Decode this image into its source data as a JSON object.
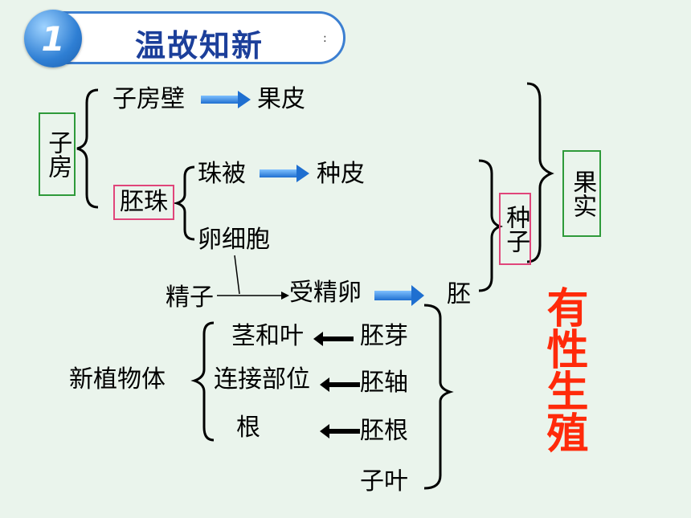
{
  "header": {
    "number": "1",
    "title": "温故知新",
    "mark": ":"
  },
  "nodes": {
    "zifang": "子房",
    "zifangbi": "子房壁",
    "guopi": "果皮",
    "peizhu": "胚珠",
    "zhubei": "珠被",
    "zhongpi": "种皮",
    "luanxibao": "卵细胞",
    "jingzi": "精子",
    "shoujingluan": "受精卵",
    "pei": "胚",
    "zhongzi": "种子",
    "guoshi": "果实",
    "xinzhiwuti": "新植物体",
    "jingheye": "茎和叶",
    "lianjiebuwei": "连接部位",
    "gen": "根",
    "peiya": "胚芽",
    "peizhou": "胚轴",
    "peigen": "胚根",
    "ziye": "子叶",
    "youxingshengzhi": "有性生殖"
  },
  "colors": {
    "accent_blue": "#3c7fd1",
    "green_box": "#2e9a3a",
    "pink_box": "#e0457a",
    "red_text": "#ff2a0a"
  }
}
